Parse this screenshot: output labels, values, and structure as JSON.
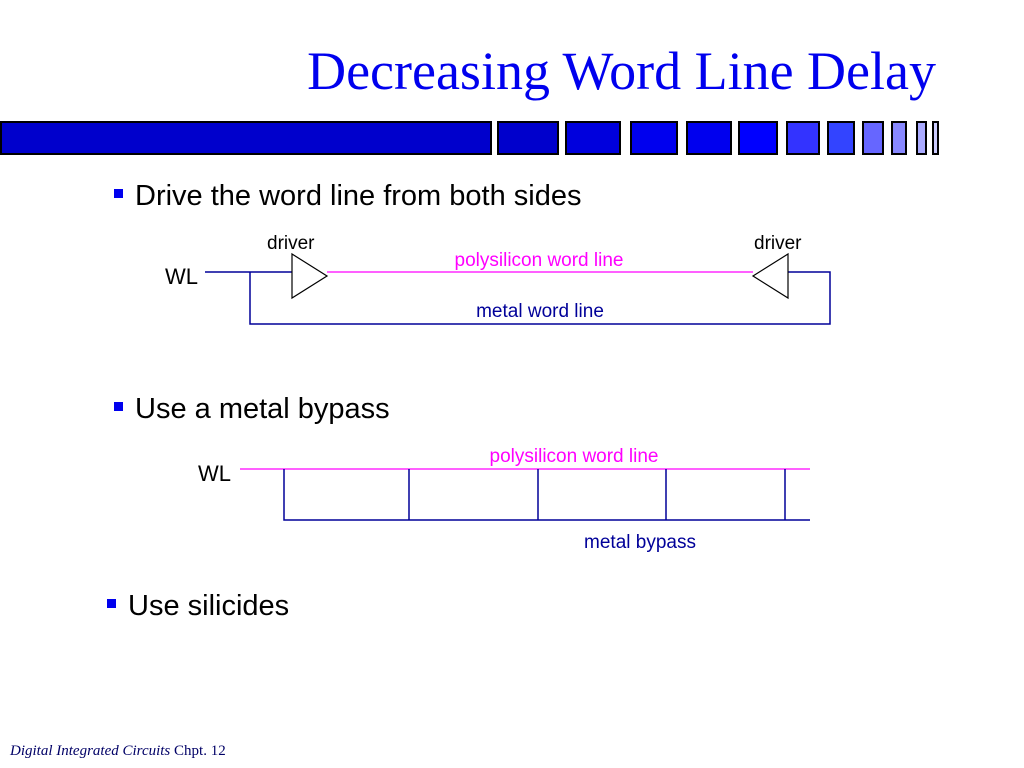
{
  "title": "Decreasing Word Line Delay",
  "theme": {
    "accent": "#0000ee",
    "poly": "#ff00ff",
    "metal": "#000099"
  },
  "bullets": [
    "Drive the word line from both sides",
    "Use a metal bypass",
    "Use silicides"
  ],
  "diagram1": {
    "signal_label": "WL",
    "driver_left_label": "driver",
    "driver_right_label": "driver",
    "poly_label": "polysilicon word line",
    "metal_label": "metal word line"
  },
  "diagram2": {
    "signal_label": "WL",
    "poly_label": "polysilicon word line",
    "metal_label": "metal bypass"
  },
  "footer": {
    "book": "Digital Integrated Circuits",
    "chapter": "Chpt. 12"
  }
}
